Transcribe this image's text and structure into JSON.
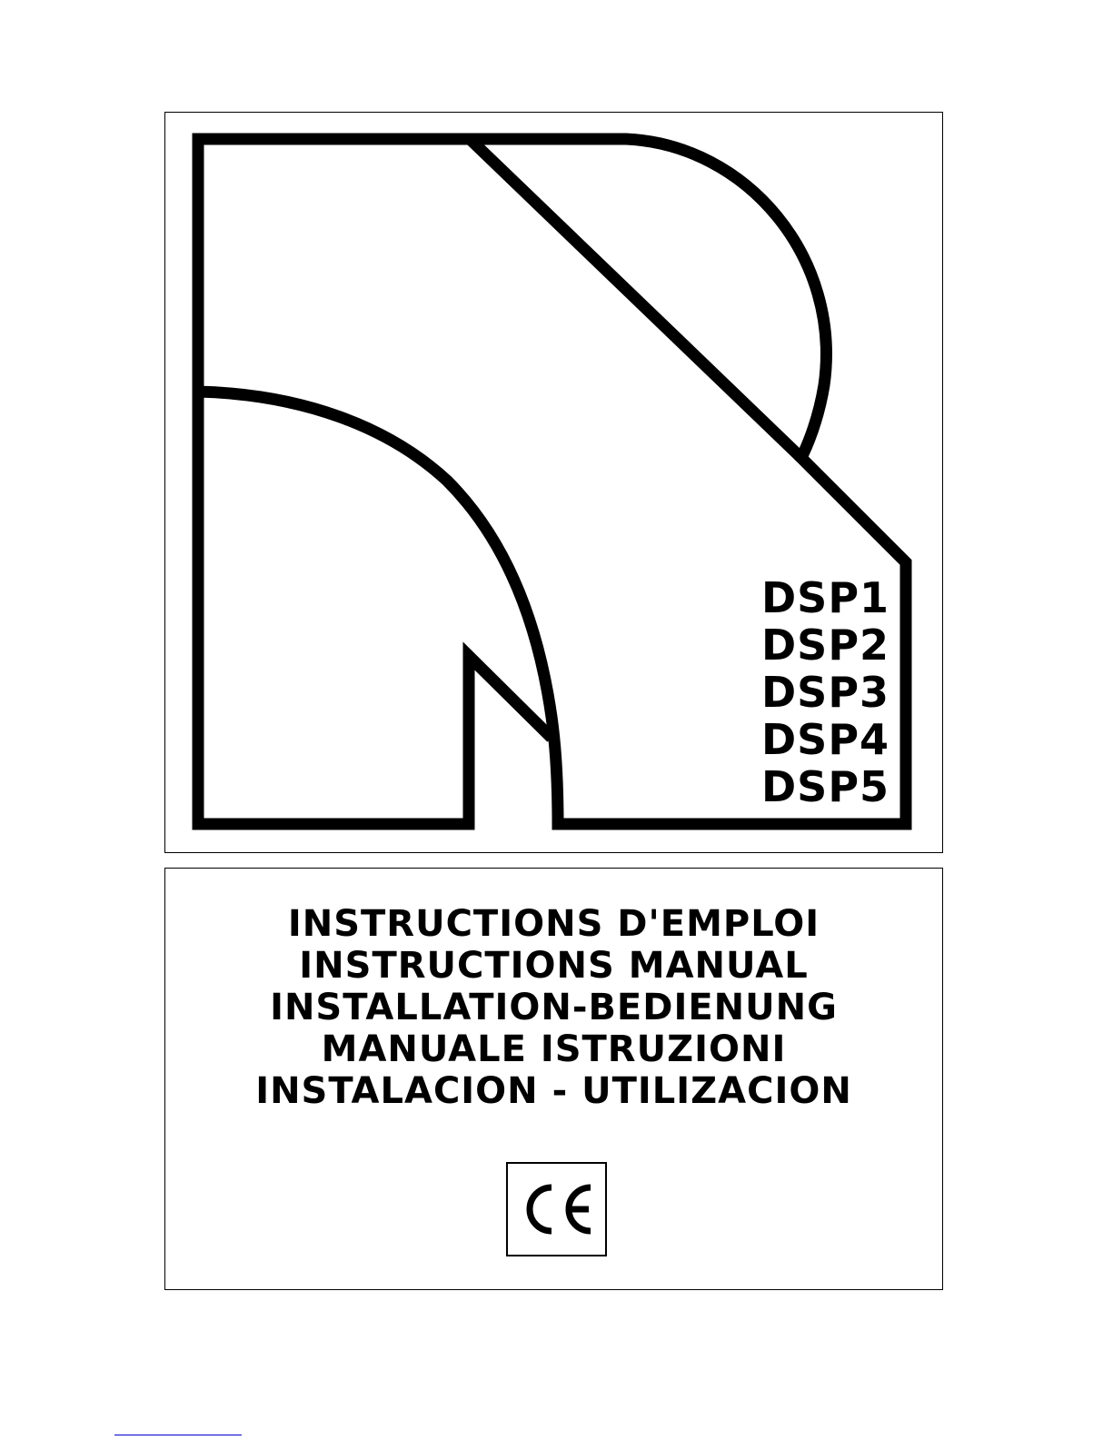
{
  "cover": {
    "models": [
      "DSP1",
      "DSP2",
      "DSP3",
      "DSP4",
      "DSP5"
    ],
    "titles": [
      "INSTRUCTIONS D'EMPLOI",
      "INSTRUCTIONS MANUAL",
      "INSTALLATION-BEDIENUNG",
      "MANUALE ISTRUZIONI",
      "INSTALACION - UTILIZACION"
    ],
    "ce_mark": "CE"
  },
  "colors": {
    "ink": "#000000",
    "background": "#ffffff",
    "link": "#0000cc"
  }
}
